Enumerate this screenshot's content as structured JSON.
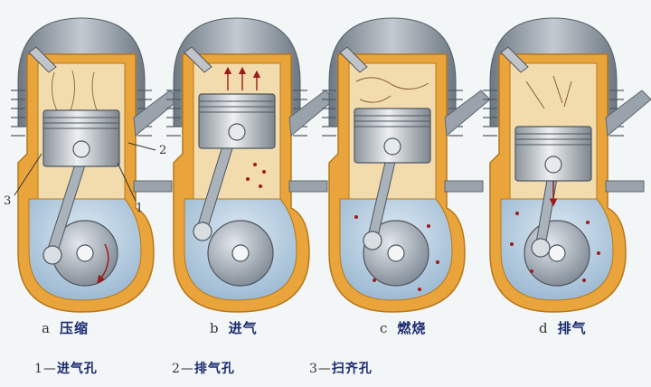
{
  "stages": [
    {
      "letter": "a",
      "name": "压缩"
    },
    {
      "letter": "b",
      "name": "进气"
    },
    {
      "letter": "c",
      "name": "燃烧"
    },
    {
      "letter": "d",
      "name": "排气"
    }
  ],
  "legend": [
    {
      "num": "1",
      "dash": "—",
      "label": "进气孔"
    },
    {
      "num": "2",
      "dash": "—",
      "label": "排气孔"
    },
    {
      "num": "3",
      "dash": "—",
      "label": "扫齐孔"
    }
  ],
  "callouts": [
    "1",
    "2",
    "3"
  ],
  "colors": {
    "casing": "#e9a53b",
    "fins": "#8f9aa6",
    "chamber": "#f2dcae",
    "crankcase": "#b9cfe2",
    "piston": "#c9cdd2",
    "arrow": "#9b1c1c"
  }
}
